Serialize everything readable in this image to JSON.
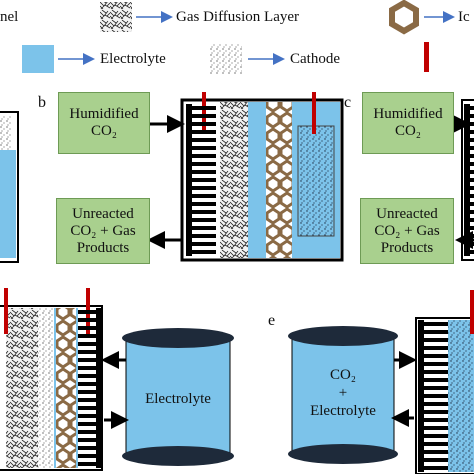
{
  "legend": {
    "channel_fragment": "nel",
    "gas_diffusion_layer": "Gas Diffusion Layer",
    "ion_fragment": "Ic",
    "electrolyte": "Electrolyte",
    "cathode": "Cathode"
  },
  "panels": {
    "b": "b",
    "c": "c",
    "e": "e"
  },
  "boxes": {
    "b_in_line1": "Humidified",
    "b_in_line2": "CO₂",
    "b_out_line1": "Unreacted",
    "b_out_line2": "CO₂ + Gas",
    "b_out_line3": "Products",
    "c_in_line1": "Humidified",
    "c_in_line2": "CO₂",
    "c_out_line1": "Unreacted",
    "c_out_line2": "CO₂ + Gas",
    "c_out_line3": "Products"
  },
  "tanks": {
    "d_label": "Electrolyte",
    "e_line1": "CO₂",
    "e_line2": "+",
    "e_line3": "Electrolyte"
  },
  "colors": {
    "electrolyte": "#7cc3ea",
    "box_green": "#a9d08e",
    "arrow": "#4472c4",
    "ion_membrane": "#b08a60",
    "electrode_red": "#c00000"
  }
}
